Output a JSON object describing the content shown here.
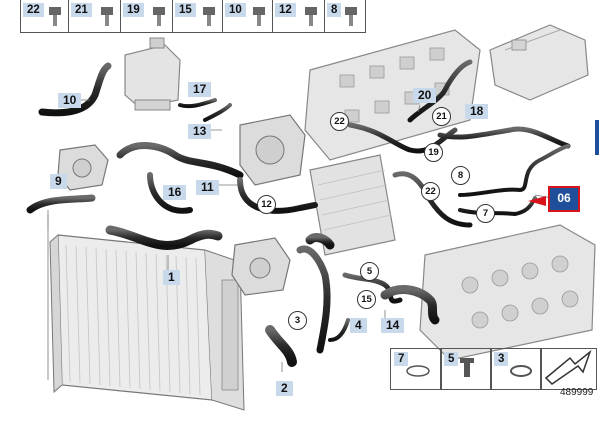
{
  "top_legend": [
    {
      "label": "22",
      "icon": "hose-connector-icon"
    },
    {
      "label": "21",
      "icon": "hose-clip-icon"
    },
    {
      "label": "19",
      "icon": "holder-bracket-icon"
    },
    {
      "label": "15",
      "icon": "spring-clamp-icon"
    },
    {
      "label": "10",
      "icon": "hex-bolt-icon"
    },
    {
      "label": "12",
      "icon": "cable-holder-icon"
    },
    {
      "label": "8",
      "icon": "screw-icon"
    }
  ],
  "bottom_legend": [
    {
      "label": "7",
      "icon": "clamp-icon"
    },
    {
      "label": "5",
      "icon": "bolt-icon"
    },
    {
      "label": "3",
      "icon": "spring-clamp-icon"
    },
    {
      "label": "",
      "icon": "arrow-icon"
    }
  ],
  "callouts": [
    {
      "label": "10"
    },
    {
      "label": "17"
    },
    {
      "label": "13"
    },
    {
      "label": "9"
    },
    {
      "label": "16"
    },
    {
      "label": "11"
    },
    {
      "label": "20"
    },
    {
      "label": "18"
    },
    {
      "label": "1"
    },
    {
      "label": "4"
    },
    {
      "label": "14"
    },
    {
      "label": "2"
    }
  ],
  "circle_callouts": [
    {
      "label": "22"
    },
    {
      "label": "21"
    },
    {
      "label": "19"
    },
    {
      "label": "8"
    },
    {
      "label": "22"
    },
    {
      "label": "7"
    },
    {
      "label": "12"
    },
    {
      "label": "5"
    },
    {
      "label": "15"
    },
    {
      "label": "3"
    }
  ],
  "highlight_tag": {
    "label": "06",
    "fill": "#1f4f9a",
    "border": "#d8141b"
  },
  "document_number": "489999",
  "colors": {
    "tag_fill": "#c9d9ec",
    "line": "#333333",
    "part_fill": "#dcdcdc"
  }
}
